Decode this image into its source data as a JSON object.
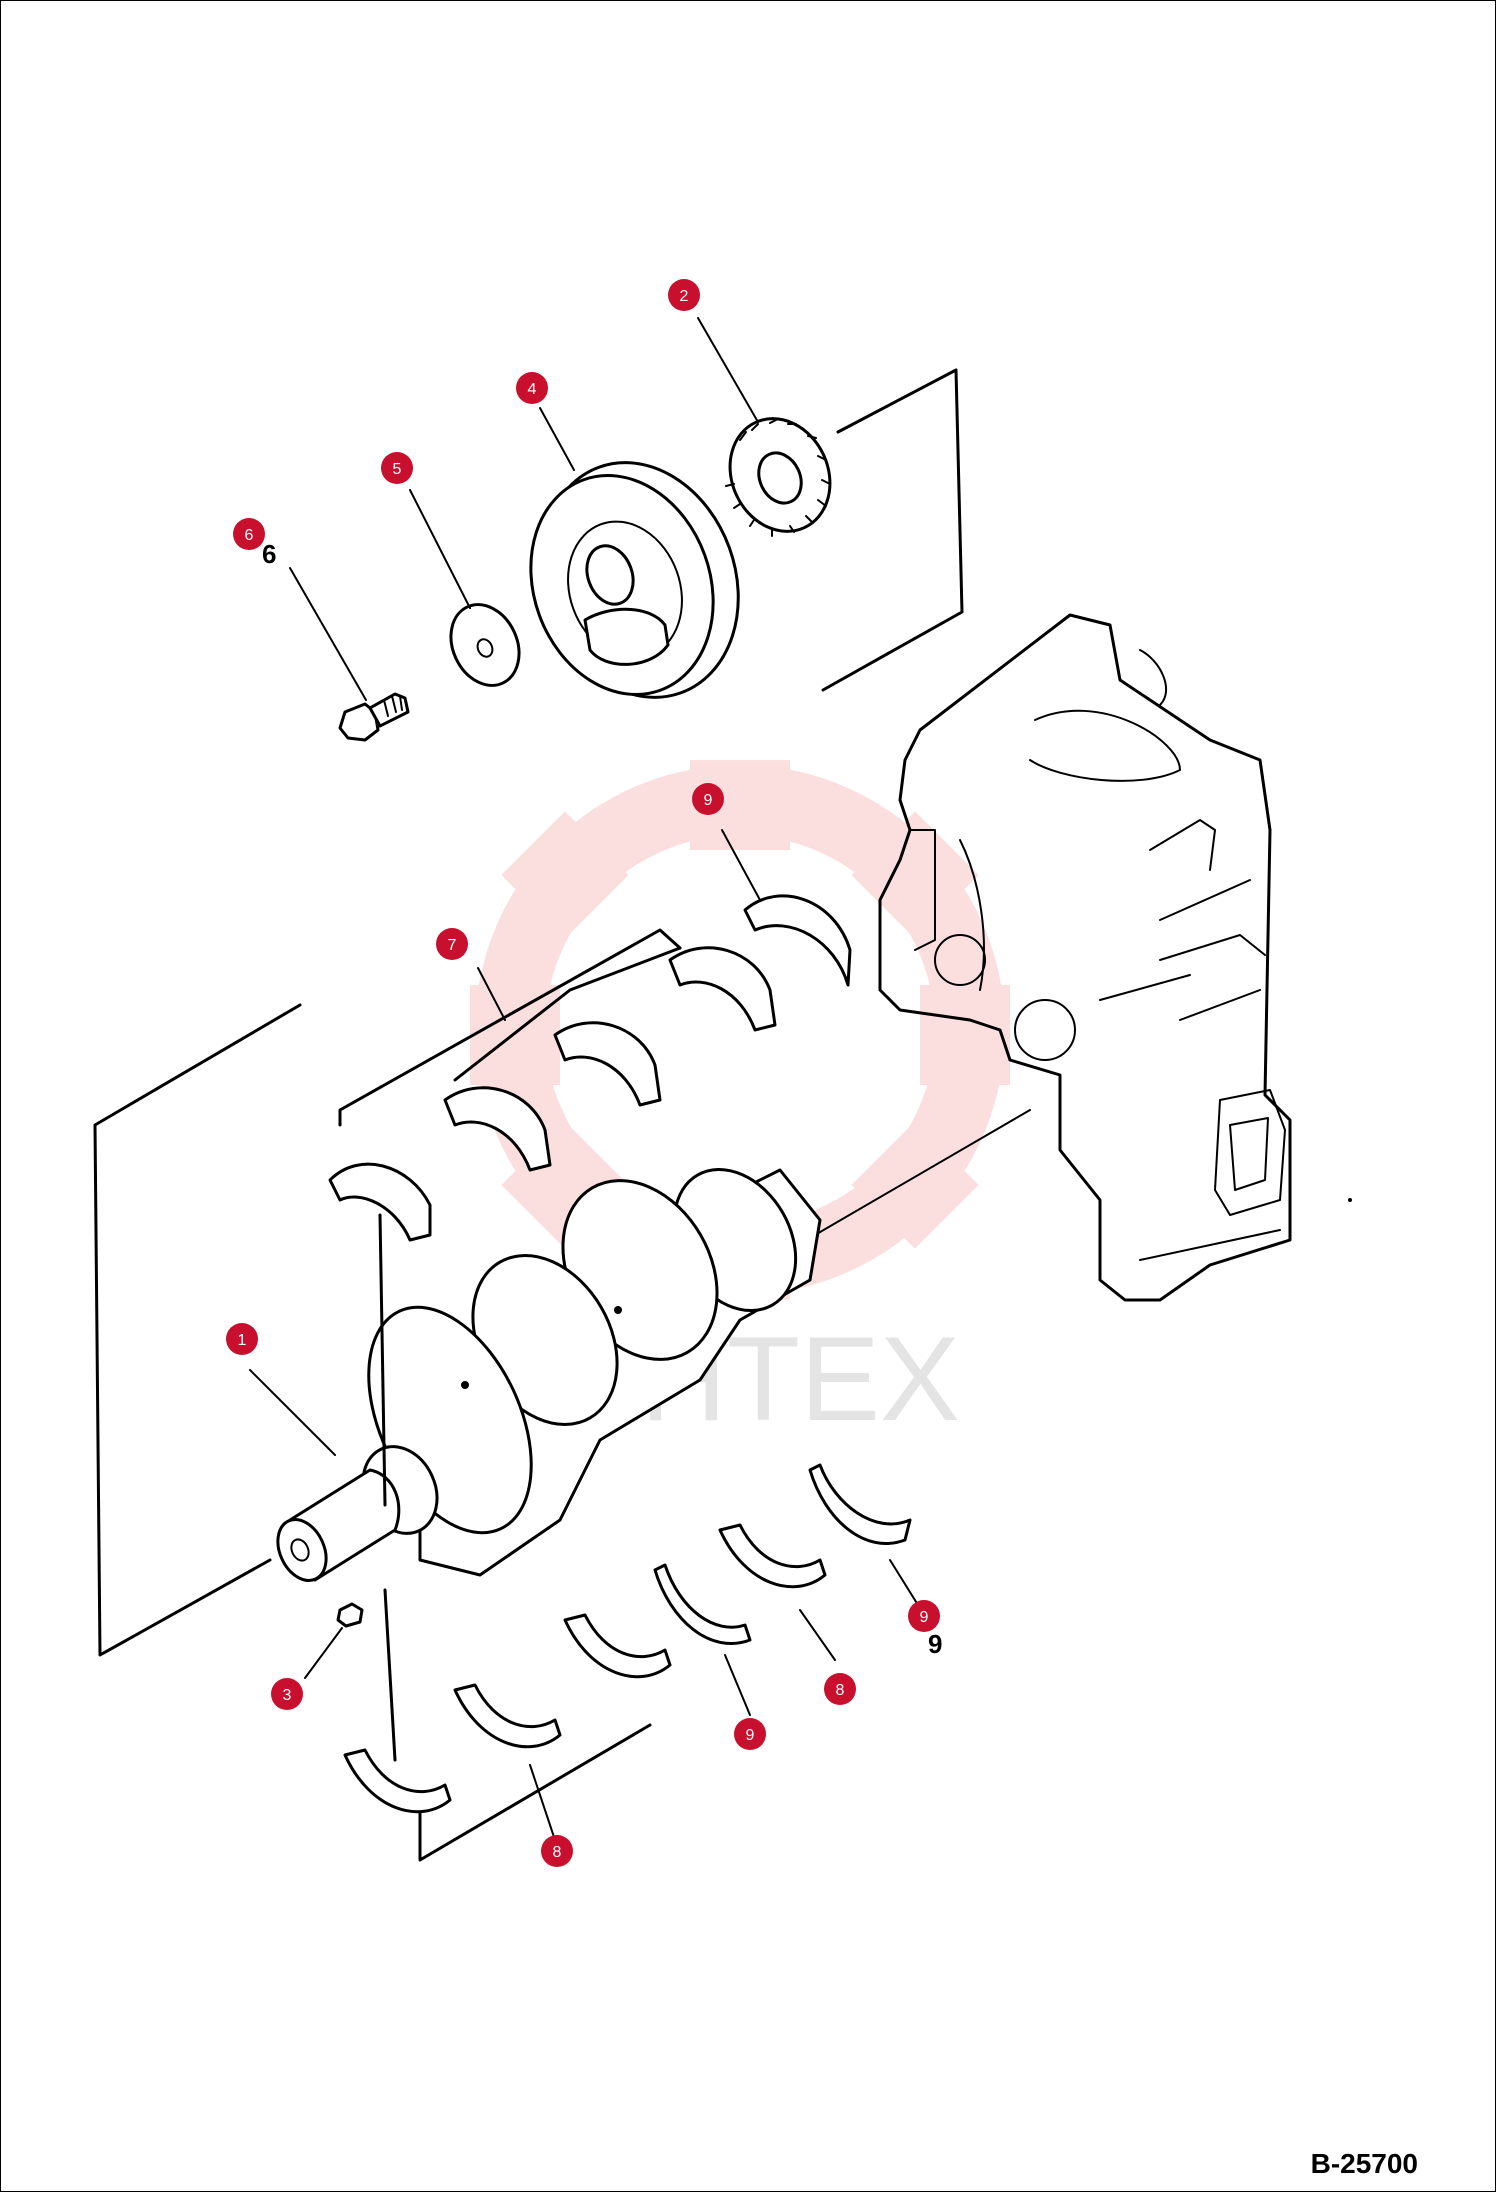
{
  "drawing_code": "B-25700",
  "watermark_text": "VHTEX",
  "accent_color": "#c8102e",
  "callouts": [
    {
      "id": "c2",
      "label": "2"
    },
    {
      "id": "c4",
      "label": "4"
    },
    {
      "id": "c5",
      "label": "5"
    },
    {
      "id": "c6",
      "label": "6"
    },
    {
      "id": "c9a",
      "label": "9"
    },
    {
      "id": "c7",
      "label": "7"
    },
    {
      "id": "c1",
      "label": "1"
    },
    {
      "id": "c3",
      "label": "3"
    },
    {
      "id": "c8a",
      "label": "8"
    },
    {
      "id": "c9b",
      "label": "9"
    },
    {
      "id": "c8b",
      "label": "8"
    },
    {
      "id": "c9c",
      "label": "9"
    }
  ],
  "printed_numbers": {
    "six": "6",
    "nine": "9"
  }
}
